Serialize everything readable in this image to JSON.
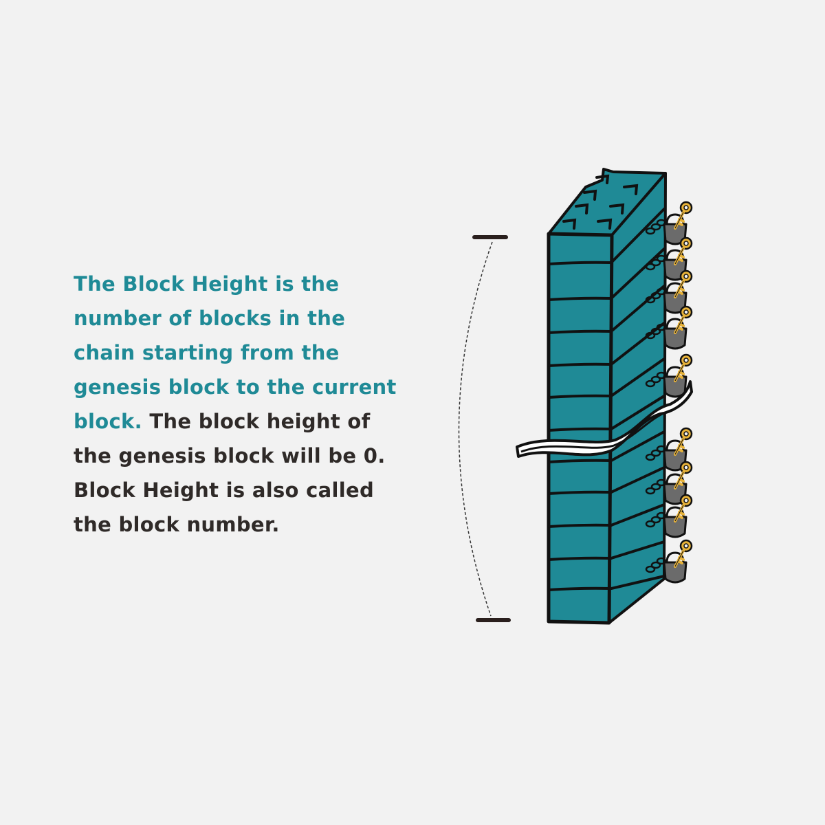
{
  "description": {
    "lines": [
      {
        "highlight": "The Block Height is the",
        "normal": ""
      },
      {
        "highlight": "number of blocks in the",
        "normal": ""
      },
      {
        "highlight": "chain starting from the",
        "normal": ""
      },
      {
        "highlight": "genesis block to the current",
        "normal": ""
      },
      {
        "highlight": "block. ",
        "normal": "The block height of"
      },
      {
        "highlight": "",
        "normal": "the genesis block will be 0."
      },
      {
        "highlight": "",
        "normal": "Block Height is also called"
      },
      {
        "highlight": "",
        "normal": "the block number."
      }
    ]
  },
  "colors": {
    "accent": "#1f8a96",
    "text": "#2f2a28",
    "background": "#f2f2f2",
    "block": "#1f8a96",
    "lock": "#6b6b6b",
    "key": "#e8b33a",
    "outline": "#111111"
  },
  "illustration": {
    "subject": "stack-of-blocks-icon",
    "attachments": [
      "padlock-icon",
      "key-icon",
      "chain-icon"
    ],
    "break": "wavy-break-icon",
    "range_indicator": "height-bracket-icon"
  }
}
